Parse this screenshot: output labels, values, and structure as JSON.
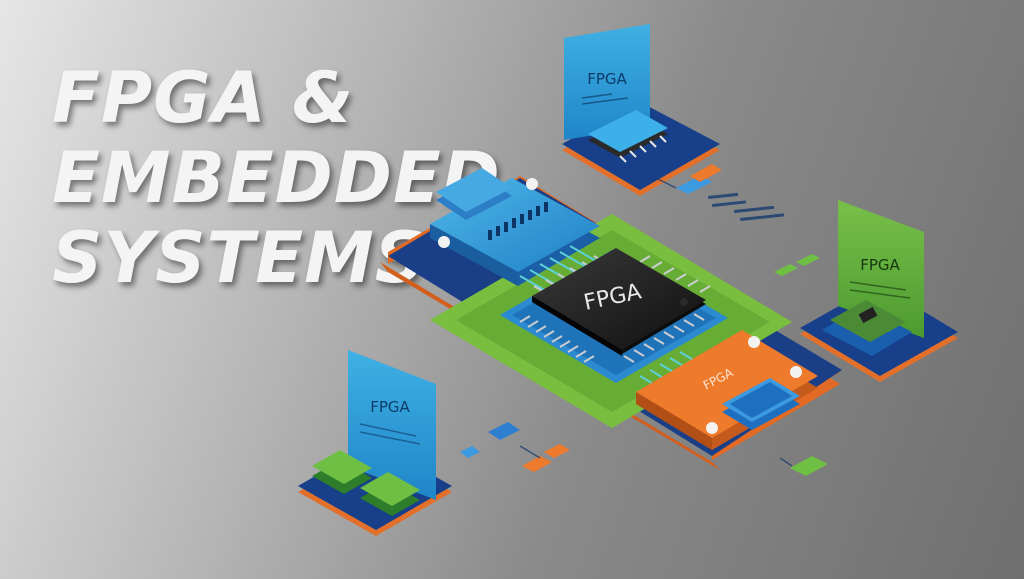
{
  "headline": {
    "line1": "FPGA &",
    "line2": "EMBEDDED",
    "line3": "SYSTEMS"
  },
  "chip_label": "FPGA",
  "panels": {
    "top": "FPGA",
    "right": "FPGA",
    "left": "FPGA",
    "orange": "FPGA"
  },
  "colors": {
    "navy": "#1b3f86",
    "blue": "#2f8fd0",
    "cyan": "#35a7dc",
    "green": "#6fb63f",
    "orange": "#e8742a",
    "chip": "#1c1c1c"
  }
}
